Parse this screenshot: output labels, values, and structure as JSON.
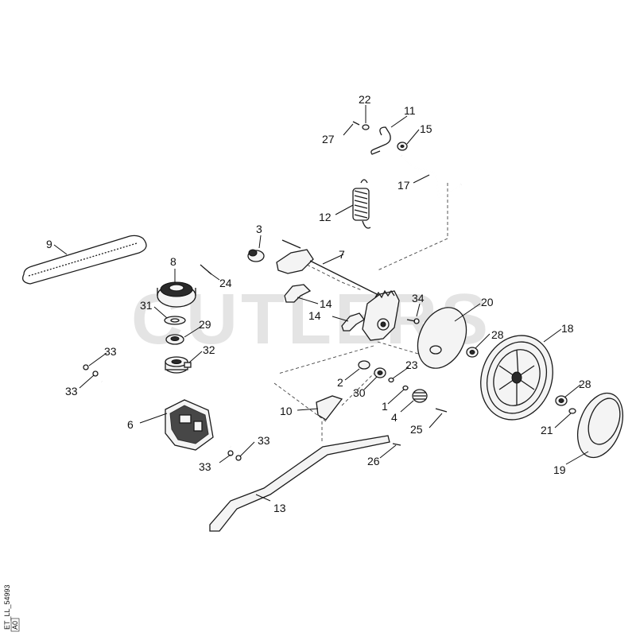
{
  "watermark": "CUTLERS",
  "drawing_code": "ET_LL_54993",
  "revision": "A0",
  "labels": [
    {
      "id": "22",
      "text": "22"
    },
    {
      "id": "11",
      "text": "11"
    },
    {
      "id": "27",
      "text": "27"
    },
    {
      "id": "15",
      "text": "15"
    },
    {
      "id": "17",
      "text": "17"
    },
    {
      "id": "12",
      "text": "12"
    },
    {
      "id": "3",
      "text": "3"
    },
    {
      "id": "7",
      "text": "7"
    },
    {
      "id": "9",
      "text": "9"
    },
    {
      "id": "8",
      "text": "8"
    },
    {
      "id": "24",
      "text": "24"
    },
    {
      "id": "31",
      "text": "31"
    },
    {
      "id": "29",
      "text": "29"
    },
    {
      "id": "32",
      "text": "32"
    },
    {
      "id": "14a",
      "text": "14"
    },
    {
      "id": "14b",
      "text": "14"
    },
    {
      "id": "34",
      "text": "34"
    },
    {
      "id": "20",
      "text": "20"
    },
    {
      "id": "28a",
      "text": "28"
    },
    {
      "id": "18",
      "text": "18"
    },
    {
      "id": "33a",
      "text": "33"
    },
    {
      "id": "33b",
      "text": "33"
    },
    {
      "id": "2",
      "text": "2"
    },
    {
      "id": "23",
      "text": "23"
    },
    {
      "id": "30",
      "text": "30"
    },
    {
      "id": "28b",
      "text": "28"
    },
    {
      "id": "1",
      "text": "1"
    },
    {
      "id": "4",
      "text": "4"
    },
    {
      "id": "10",
      "text": "10"
    },
    {
      "id": "6",
      "text": "6"
    },
    {
      "id": "25",
      "text": "25"
    },
    {
      "id": "21",
      "text": "21"
    },
    {
      "id": "33c",
      "text": "33"
    },
    {
      "id": "33d",
      "text": "33"
    },
    {
      "id": "26",
      "text": "26"
    },
    {
      "id": "19",
      "text": "19"
    },
    {
      "id": "13",
      "text": "13"
    }
  ]
}
